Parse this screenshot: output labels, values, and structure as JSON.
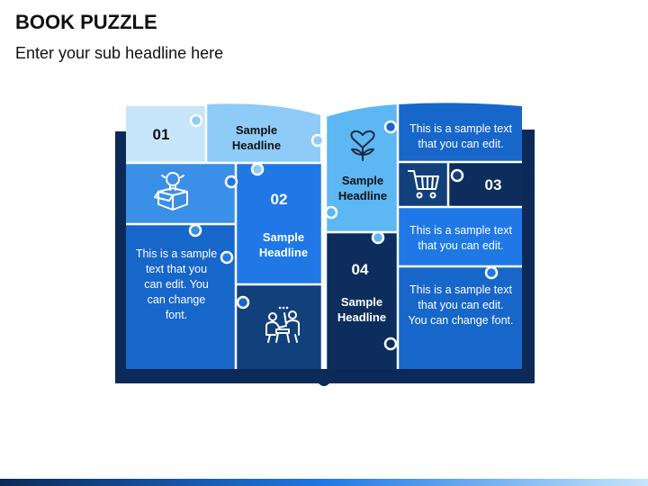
{
  "header": {
    "title": "BOOK PUZZLE",
    "subtitle": "Enter your sub headline here"
  },
  "pieces": {
    "n01": "01",
    "headline_top": "Sample\nHeadline",
    "n02": "02",
    "headline_02": "Sample\nHeadline",
    "text_left": "This is a sample\ntext that you\ncan edit. You\ncan change\nfont.",
    "headline_heart": "Sample\nHeadline",
    "text_top_right": "This is a sample text\nthat you can edit.",
    "n03": "03",
    "text_mid_right": "This is a sample text\nthat you can edit.",
    "n04": "04",
    "headline_04": "Sample\nHeadline",
    "text_bottom_right": "This is a sample text\nthat you can edit.\nYou can change font."
  },
  "icons": {
    "lightbulb_box": "lightbulb-box-icon",
    "people_meeting": "people-meeting-icon",
    "heart_plant": "heart-plant-icon",
    "shopping_cart": "shopping-cart-icon"
  },
  "colors": {
    "cover": "#0b2a57",
    "lightest": "#c7e5fb",
    "light": "#8ecbf7",
    "sky": "#5db7f2",
    "mid": "#3a8fe6",
    "bright": "#1f78e6",
    "blue": "#1766c9",
    "dark": "#12407a",
    "navy": "#0d2d5c"
  }
}
